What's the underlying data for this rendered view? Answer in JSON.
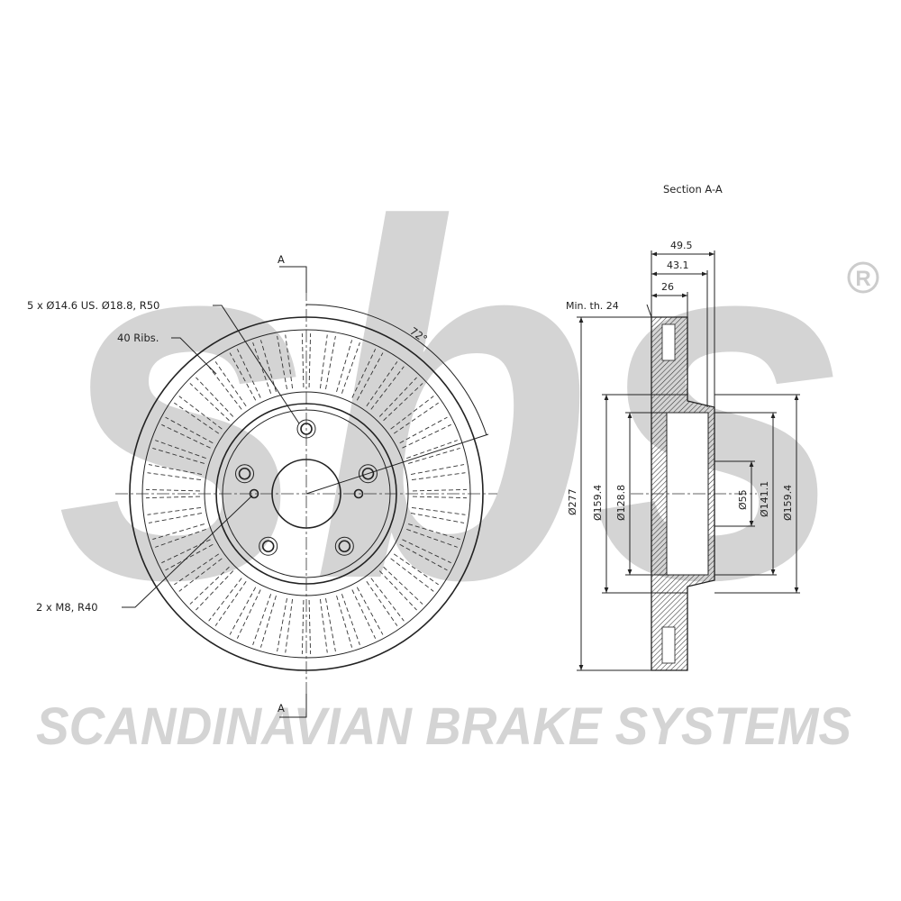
{
  "watermark": {
    "logo_text": "sbs",
    "registered_mark": "®",
    "brand_line": "SCANDINAVIAN BRAKE SYSTEMS",
    "color": "#d4d4d4"
  },
  "front_view": {
    "section_marker_top": "A",
    "section_marker_bottom": "A",
    "callout_holes": "5 x Ø14.6 US. Ø18.8, R50",
    "callout_ribs": "40 Ribs.",
    "callout_threads": "2 x M8, R40",
    "angle_label": "72°"
  },
  "section_view": {
    "title": "Section A-A",
    "dim_overall_width": "49.5",
    "dim_hat_depth": "43.1",
    "dim_disc_thickness": "26",
    "min_thickness": "Min. th. 24",
    "dia_outer": "Ø277",
    "dia_friction_inner": "Ø159.4",
    "dia_hat_inner": "Ø128.8",
    "dia_center_bore": "Ø55",
    "dia_hat_outer": "Ø141.1",
    "dia_hat_right": "Ø159.4"
  }
}
